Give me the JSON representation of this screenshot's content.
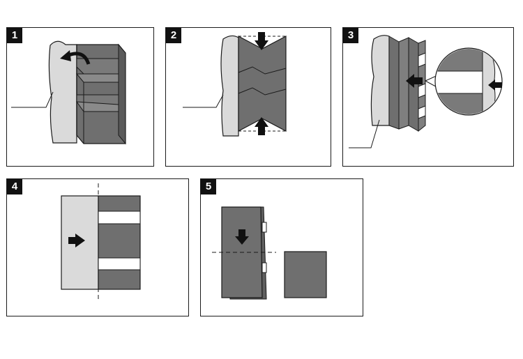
{
  "steps": [
    {
      "number": "1"
    },
    {
      "number": "2"
    },
    {
      "number": "3"
    },
    {
      "number": "4"
    },
    {
      "number": "5"
    }
  ],
  "colors": {
    "light_paper": "#dadada",
    "dark_paper": "#6f6f6f",
    "outline": "#1a1a1a",
    "arrow": "#111111"
  },
  "icons": [
    "curved-arrow-icon",
    "down-arrow-icon",
    "up-arrow-icon",
    "left-arrow-icon",
    "right-arrow-icon"
  ]
}
